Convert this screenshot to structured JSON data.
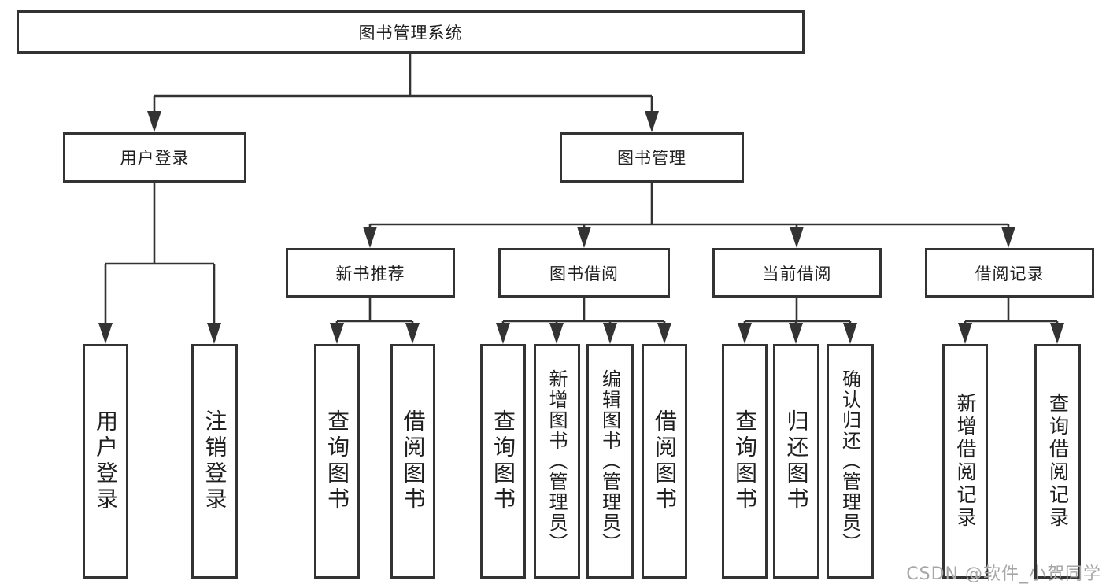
{
  "diagram": {
    "title": "图书管理系统",
    "level2": {
      "user_login": "用户登录",
      "book_mgmt": "图书管理"
    },
    "level3": {
      "new_book_rec": "新书推荐",
      "book_borrow": "图书借阅",
      "current_borrow": "当前借阅",
      "borrow_records": "借阅记录"
    },
    "leaves": {
      "user_login_leaf": "用户登录",
      "logout": "注销登录",
      "rec_query_book": "查询图书",
      "rec_borrow_book": "借阅图书",
      "bb_query_book": "查询图书",
      "bb_add_book": "新增图书（管理员）",
      "bb_edit_book": "编辑图书（管理员）",
      "bb_borrow_book": "借阅图书",
      "cb_query_book": "查询图书",
      "cb_return_book": "归还图书",
      "cb_confirm_return": "确认归还（管理员）",
      "br_add_record": "新增借阅记录",
      "br_query_record": "查询借阅记录"
    },
    "watermark": "CSDN @软件_小贺同学",
    "colors": {
      "line": "#333333",
      "text": "#1f1f1f",
      "watermark": "#a6a6a6",
      "background": "#ffffff"
    }
  }
}
